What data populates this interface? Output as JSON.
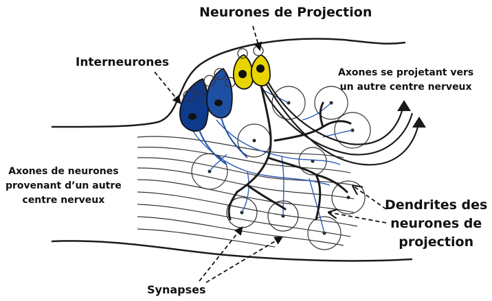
{
  "labels": {
    "projection_neurons": "Neurones de Projection",
    "interneurons": "Interneurones",
    "axons_out": [
      "Axones se projetant vers",
      "un autre centre nerveux"
    ],
    "axons_in": [
      "Axones de neurones",
      "provenant d’un autre",
      "centre nerveux"
    ],
    "dendrites": [
      "Dendrites des",
      "neurones de",
      "projection"
    ],
    "synapses": "Synapses"
  },
  "colors": {
    "outline": "#1a1a1a",
    "interneuron": "#1f4fa3",
    "interneuron_fill": "#0e3a8c",
    "projection_fill": "#e8d400",
    "dendrite_blue": "#2b5bb5"
  },
  "icons": [
    "neuron-cell-body",
    "synapse-circle",
    "dashed-arrow"
  ]
}
